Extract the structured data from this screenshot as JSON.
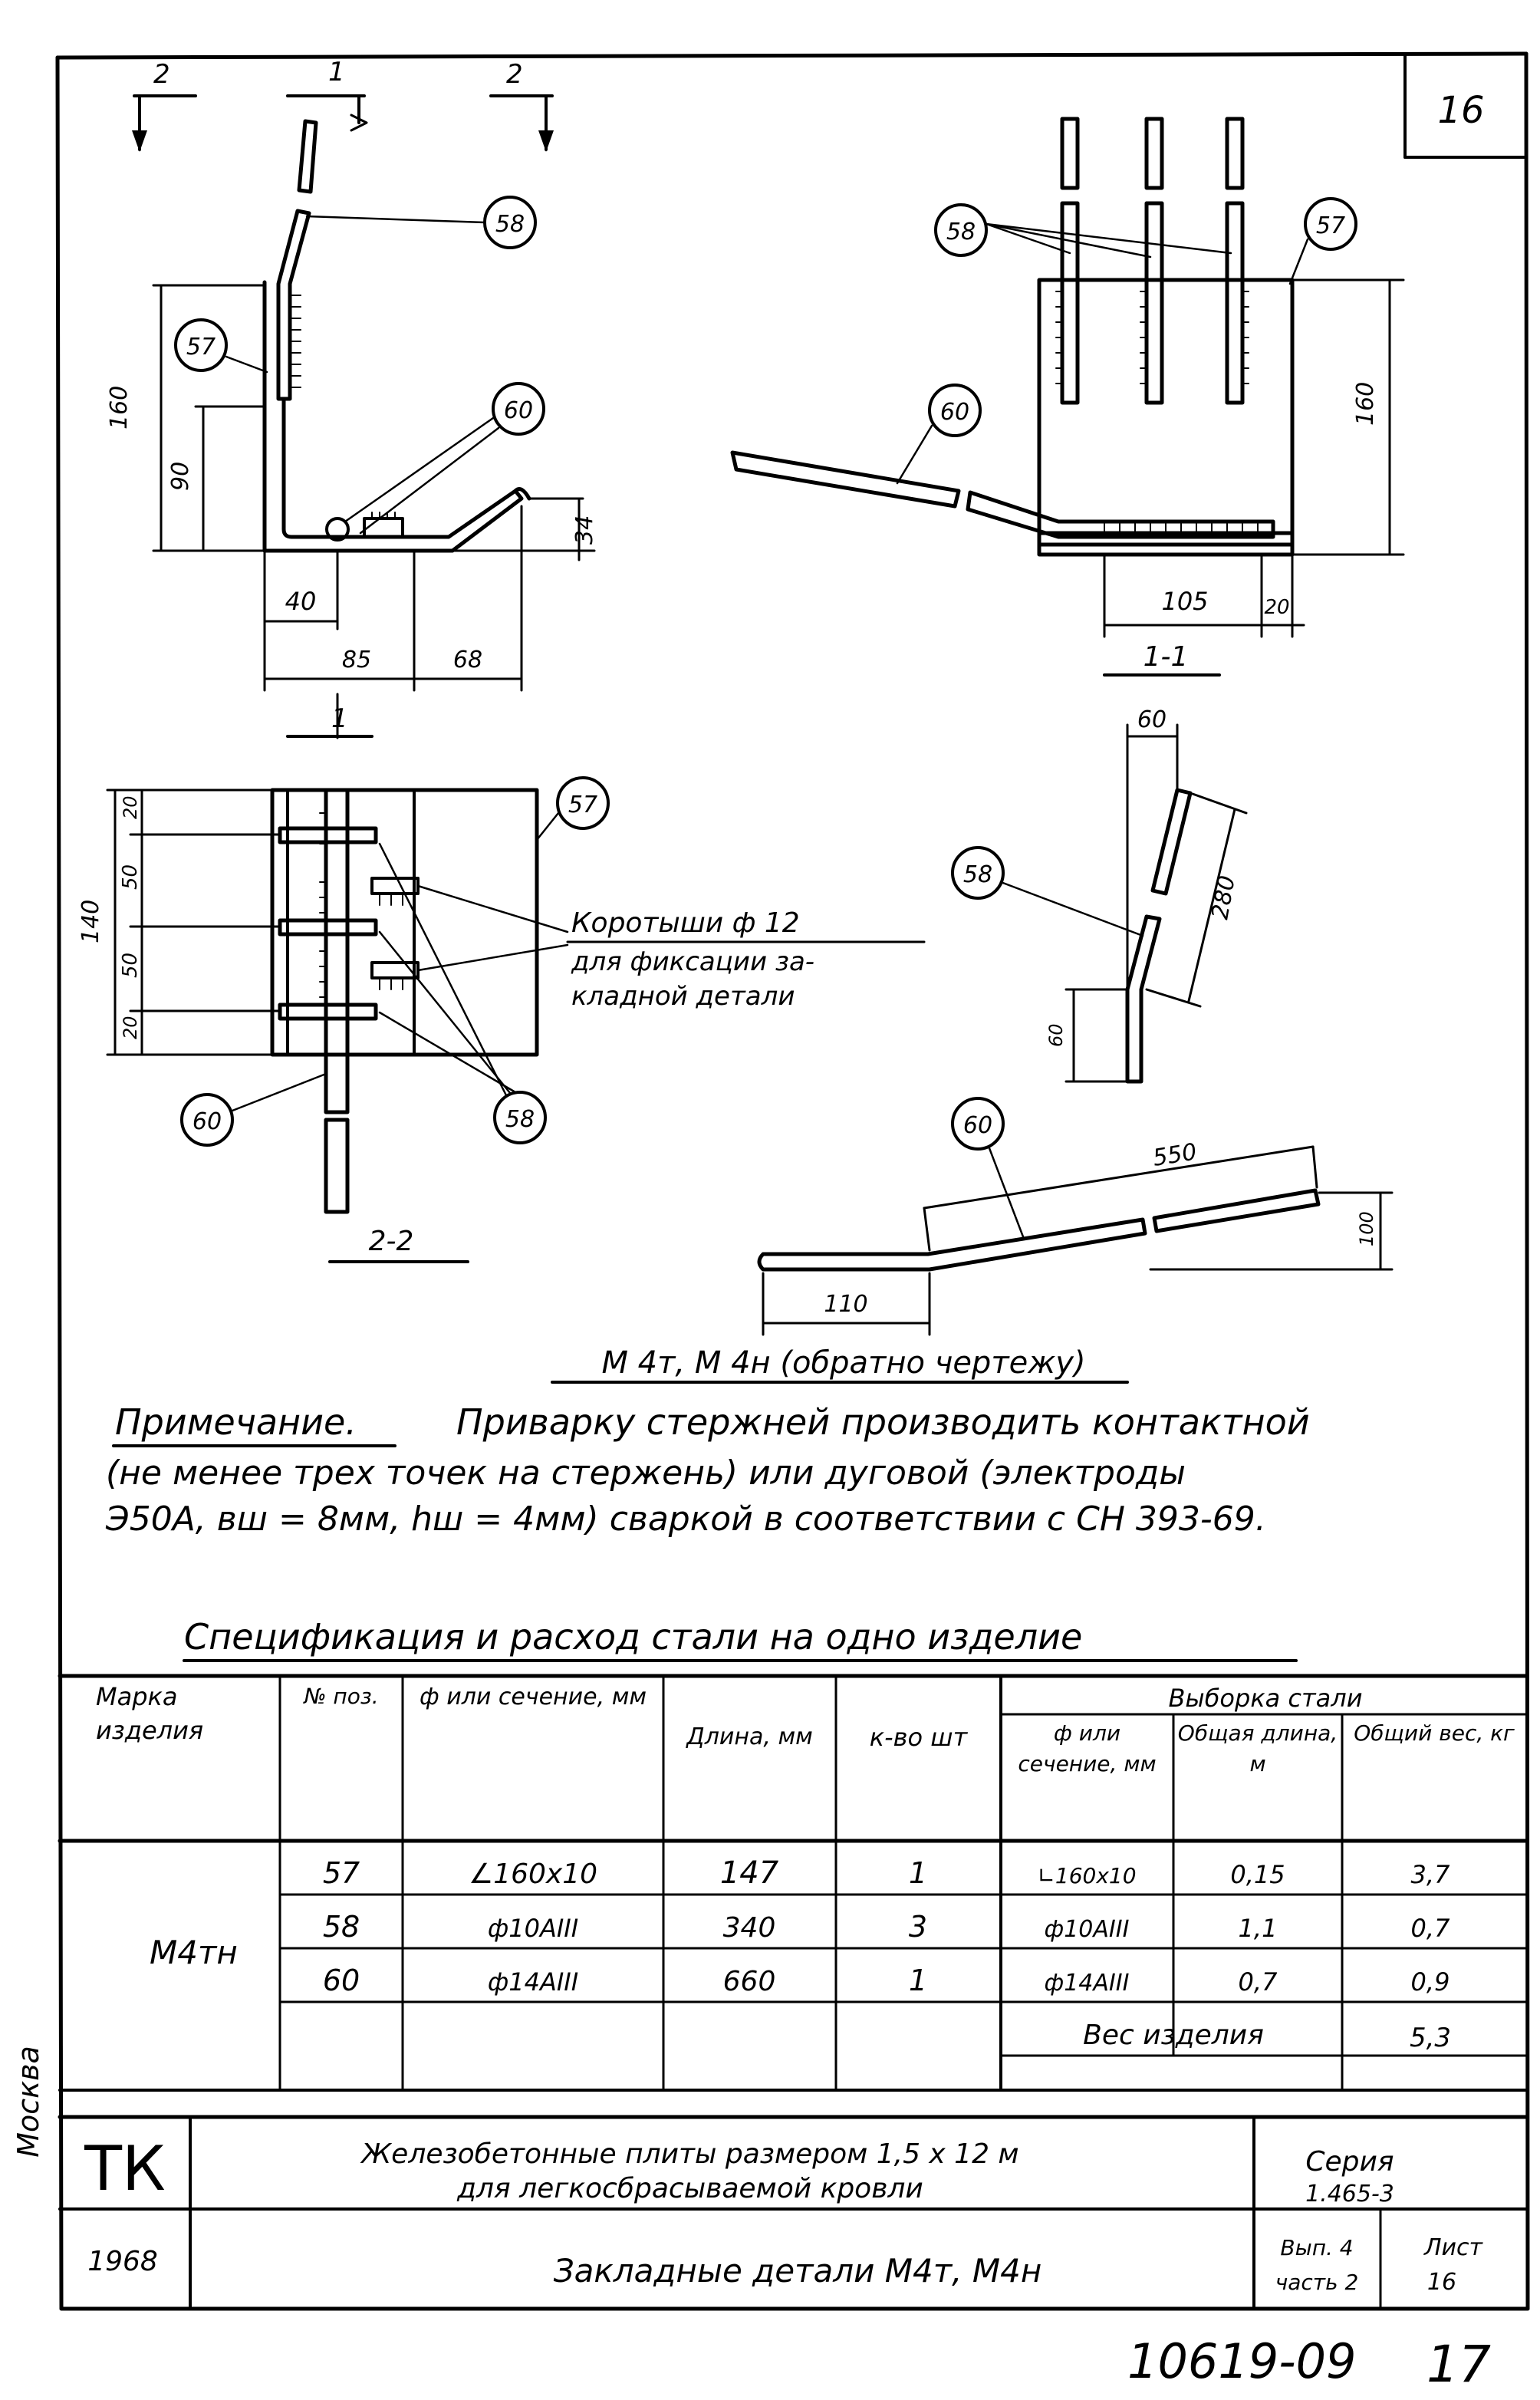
{
  "sheet": {
    "corner_number": "16",
    "side_label": "Москва",
    "archive_number": "10619-09",
    "page_number": "17"
  },
  "views": {
    "section_mark_1": "1",
    "section_mark_2": "2",
    "view_1_title": "1",
    "view_1_1_title": "1-1",
    "view_2_2_title": "2-2",
    "view_1_dims": {
      "d160": "160",
      "d90": "90",
      "d34": "34",
      "d40": "40",
      "d85": "85",
      "d68": "68"
    },
    "view_1_1_dims": {
      "d160": "160",
      "d105": "105",
      "d20": "20"
    },
    "view_2_2_dims": {
      "d140": "140",
      "d20a": "20",
      "d50a": "50",
      "d50b": "50",
      "d20b": "20"
    },
    "rod58_dims": {
      "d60": "60",
      "d280": "280",
      "d60v": "60"
    },
    "rod60_dims": {
      "d550": "550",
      "d110": "110",
      "d100": "100"
    },
    "callouts": {
      "p57": "57",
      "p58": "58",
      "p60": "60"
    },
    "short_rods_note_line1": "Коротыши ф 12",
    "short_rods_note_line2": "для фиксации за-",
    "short_rods_note_line3": "кладной детали",
    "mirror_caption": "М 4т, М 4н (обратно чертежу)"
  },
  "note": {
    "label": "Примечание.",
    "line1": "Приварку стержней производить контактной",
    "line2": "(не менее трех точек на стержень) или дуговой (электроды",
    "line3": "Э50А, вш = 8мм, hш = 4мм) сваркой в соответствии с СН 393-69."
  },
  "spec": {
    "title": "Спецификация и расход стали на одно изделие",
    "headers": {
      "mark": "Марка изделия",
      "pos": "№ поз.",
      "section": "ф или сечение, мм",
      "length": "Длина, мм",
      "qty": "к-во шт",
      "selection": "Выборка стали",
      "sel_section": "ф или сечение, мм",
      "sel_total_length": "Общая длина, м",
      "sel_total_weight": "Общий вес, кг"
    },
    "mark_value": "М4тн",
    "rows": [
      {
        "pos": "57",
        "section": "∠160х10",
        "length": "147",
        "qty": "1",
        "sel_section": "∟160х10",
        "total_length": "0,15",
        "total_weight": "3,7"
      },
      {
        "pos": "58",
        "section": "ф10АIII",
        "length": "340",
        "qty": "3",
        "sel_section": "ф10АIII",
        "total_length": "1,1",
        "total_weight": "0,7"
      },
      {
        "pos": "60",
        "section": "ф14АIII",
        "length": "660",
        "qty": "1",
        "sel_section": "ф14АIII",
        "total_length": "0,7",
        "total_weight": "0,9"
      }
    ],
    "weight_label": "Вес изделия",
    "weight_value": "5,3"
  },
  "title_block": {
    "org": "ТК",
    "year": "1968",
    "title_line1": "Железобетонные плиты размером 1,5 х 12 м",
    "title_line2": "для легкосбрасываемой кровли",
    "subtitle": "Закладные детали М4т, М4н",
    "series_label": "Серия",
    "series_value": "1.465-3",
    "issue_label": "Вып. 4",
    "part_label": "часть 2",
    "sheet_label": "Лист",
    "sheet_value": "16"
  }
}
